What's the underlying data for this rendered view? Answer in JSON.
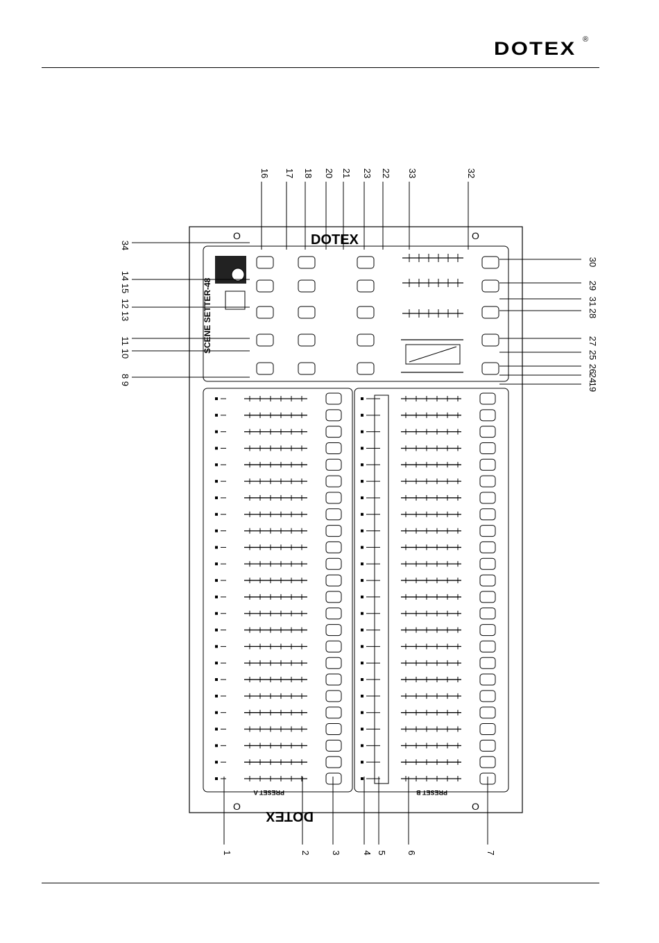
{
  "header": {
    "brand": "DOTEX",
    "registered_mark": "®"
  },
  "panel": {
    "model_name": "SCENE SETTER-48",
    "logo": "DOTEX",
    "mount_label": "O",
    "preset_a_label": "PRESET A",
    "preset_b_label": "PRESET B"
  },
  "callouts": {
    "right_column": [
      "30",
      "29",
      "31",
      "28",
      "27",
      "25",
      "26",
      "24",
      "19"
    ],
    "top_row": [
      "16",
      "17",
      "18",
      "20",
      "21",
      "23",
      "22",
      "33",
      "32"
    ],
    "left_column": [
      "34",
      "14 15",
      "12 13",
      "11",
      "10",
      "8 9"
    ],
    "bottom_row": [
      "1",
      "2",
      "3",
      "4",
      "5",
      "6",
      "7"
    ]
  },
  "colors": {
    "line": "#000000",
    "background": "#ffffff"
  }
}
